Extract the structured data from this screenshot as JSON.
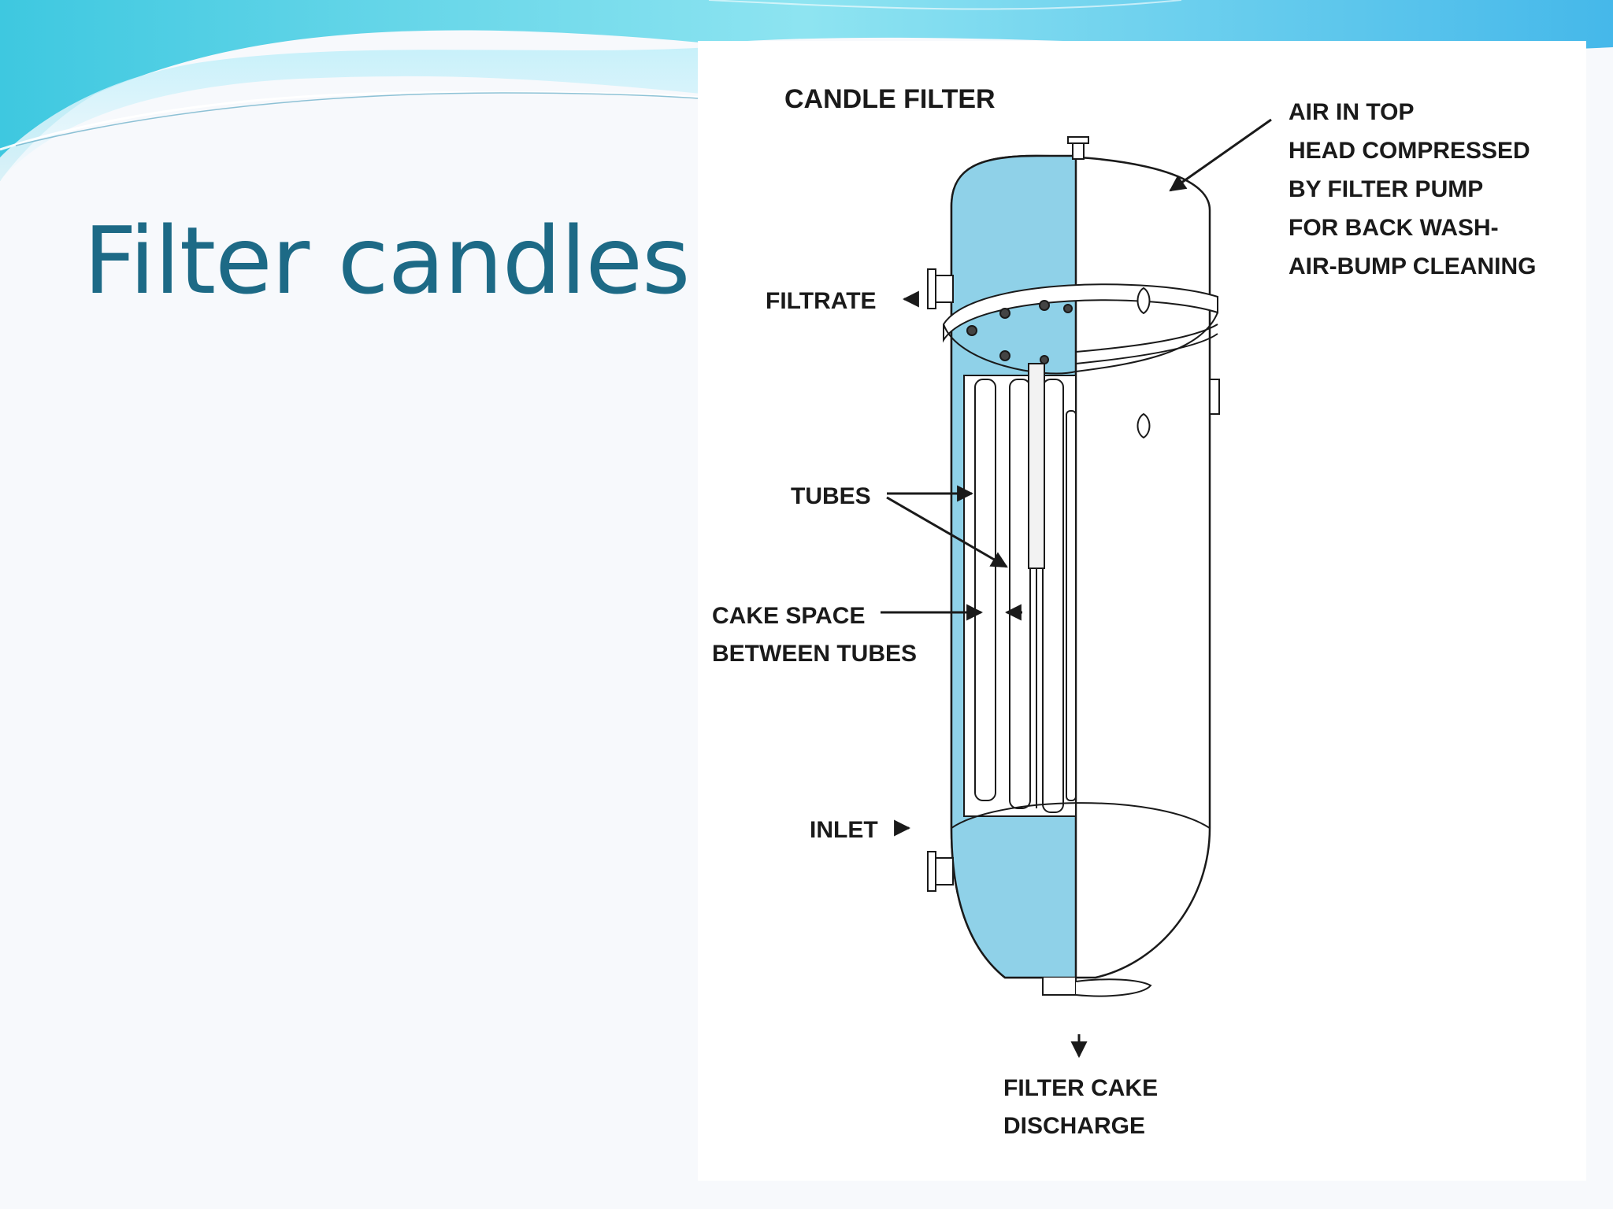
{
  "slide": {
    "title": "Filter candles"
  },
  "diagram": {
    "title": "CANDLE FILTER",
    "labels": {
      "air_note": [
        "AIR IN TOP",
        "HEAD COMPRESSED",
        "BY FILTER PUMP",
        "FOR BACK WASH-",
        "AIR-BUMP CLEANING"
      ],
      "filtrate": "FILTRATE",
      "tubes": "TUBES",
      "cake_space": [
        "CAKE SPACE",
        "BETWEEN TUBES"
      ],
      "inlet": "INLET",
      "discharge": [
        "FILTER CAKE",
        "DISCHARGE"
      ]
    },
    "colors": {
      "liquid": "#8fd1e8",
      "line": "#1a1a1a",
      "title_text": "#1d6a86"
    }
  }
}
